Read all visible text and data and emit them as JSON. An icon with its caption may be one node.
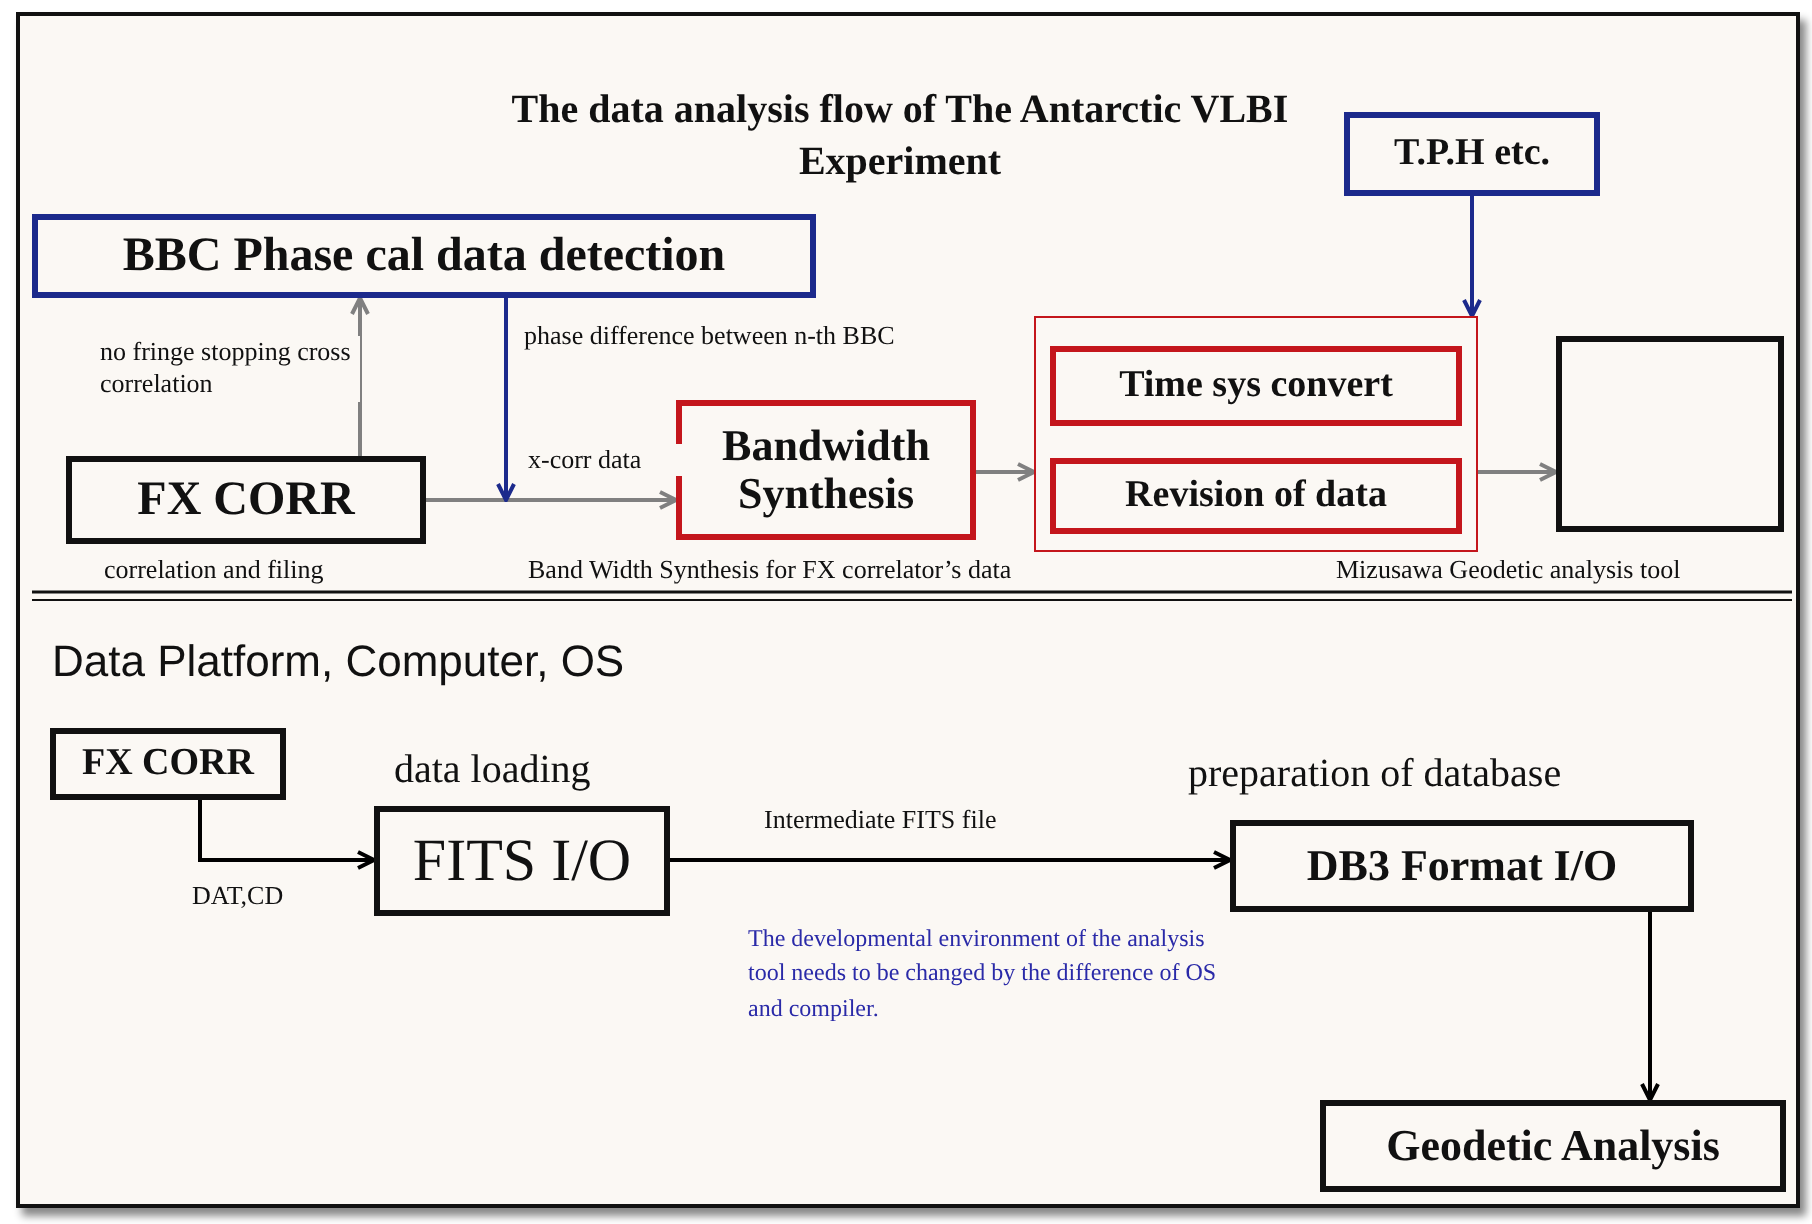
{
  "diagram": {
    "title": "The data analysis flow of The Antarctic VLBI Experiment",
    "nodes": [
      {
        "text": [
          "BBC Phase cal data detection"
        ]
      },
      {
        "text": [
          "FX CORR"
        ],
        "beside": [
          "correlation and filing"
        ]
      },
      {
        "text": [
          "Bandwidth Synthesis"
        ],
        "beside": [
          "Band Width Synthesis for FX correlator’s data"
        ]
      },
      {
        "text": [],
        "shape": "box"
      },
      {
        "text": [
          "Time sys convert"
        ],
        "in": 3
      },
      {
        "text": [
          "Revision of data"
        ],
        "in": 3
      },
      {
        "text": [
          "T.P.H etc."
        ]
      },
      {
        "text": [],
        "shape": "box",
        "beside": [
          "Mizusawa Geodetic analysis tool"
        ]
      },
      {
        "text": [
          "FX CORR"
        ]
      },
      {
        "text": [
          "data loading",
          "FITS I/O"
        ]
      },
      {
        "text": [
          "preparation of database",
          "DB3 Format I/O"
        ]
      },
      {
        "text": [
          "Geodetic Analysis"
        ]
      }
    ],
    "edges": [
      {
        "from": 1,
        "to": 0,
        "arrow": "to",
        "label": "no fringe stopping cross correlation"
      },
      {
        "from": 1,
        "to": 2,
        "arrow": "to",
        "label": "x-corr data"
      },
      {
        "from": 0,
        "to": null,
        "arrow": "to",
        "label": "phase difference between n-th BBC",
        "color": "#1c2a8c"
      },
      {
        "from": 2,
        "to": 3,
        "arrow": "to"
      },
      {
        "from": 6,
        "to": 3,
        "arrow": "to",
        "color": "#1c2a8c"
      },
      {
        "from": 3,
        "to": 7,
        "arrow": "to"
      },
      {
        "from": 8,
        "to": 9,
        "arrow": "to",
        "label": "DAT,CD",
        "color": "#000000"
      },
      {
        "from": 9,
        "to": 10,
        "arrow": "to",
        "label": "Intermediate FITS file",
        "color": "#000000"
      },
      {
        "from": 10,
        "to": 11,
        "arrow": "to",
        "color": "#000000"
      }
    ],
    "labels": [
      "Data Platform, Computer, OS",
      "The developmental environment of the analysis tool needs to be changed by the difference of OS and compiler."
    ]
  }
}
